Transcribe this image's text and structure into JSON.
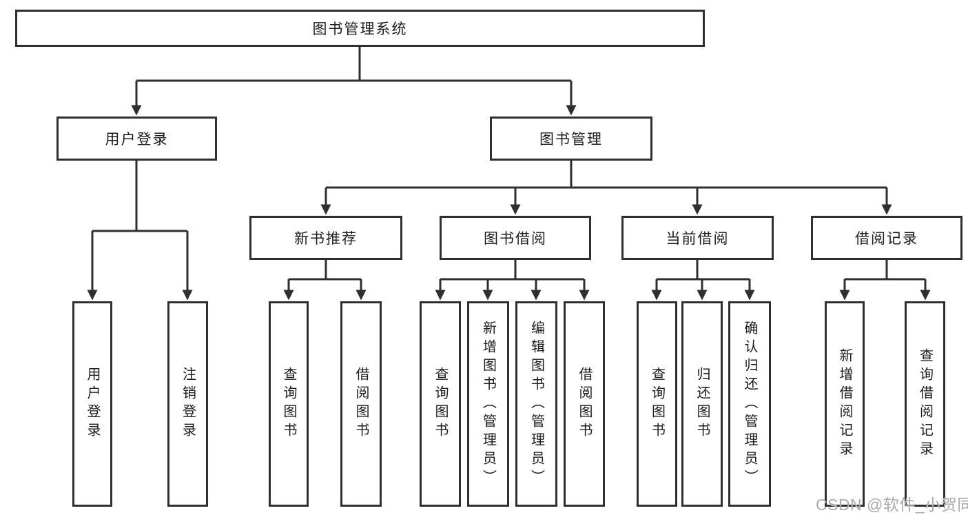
{
  "nodes": {
    "root": "图书管理系统",
    "level2": [
      "用户登录",
      "图书管理"
    ],
    "level3": [
      "新书推荐",
      "图书借阅",
      "当前借阅",
      "借阅记录"
    ],
    "leaves": [
      "用户登录",
      "注销登录",
      "查询图书",
      "借阅图书",
      "查询图书",
      "新增图书（管理员）",
      "编辑图书（管理员）",
      "借阅图书",
      "查询图书",
      "归还图书",
      "确认归还（管理员）",
      "新增借阅记录",
      "查询借阅记录"
    ]
  },
  "watermark": "CSDN @软件_小贺同学",
  "colors": {
    "line": "#2f2f2f",
    "text": "#1c1c1c",
    "watermark": "#a9a9ae",
    "background": "#ffffff"
  }
}
